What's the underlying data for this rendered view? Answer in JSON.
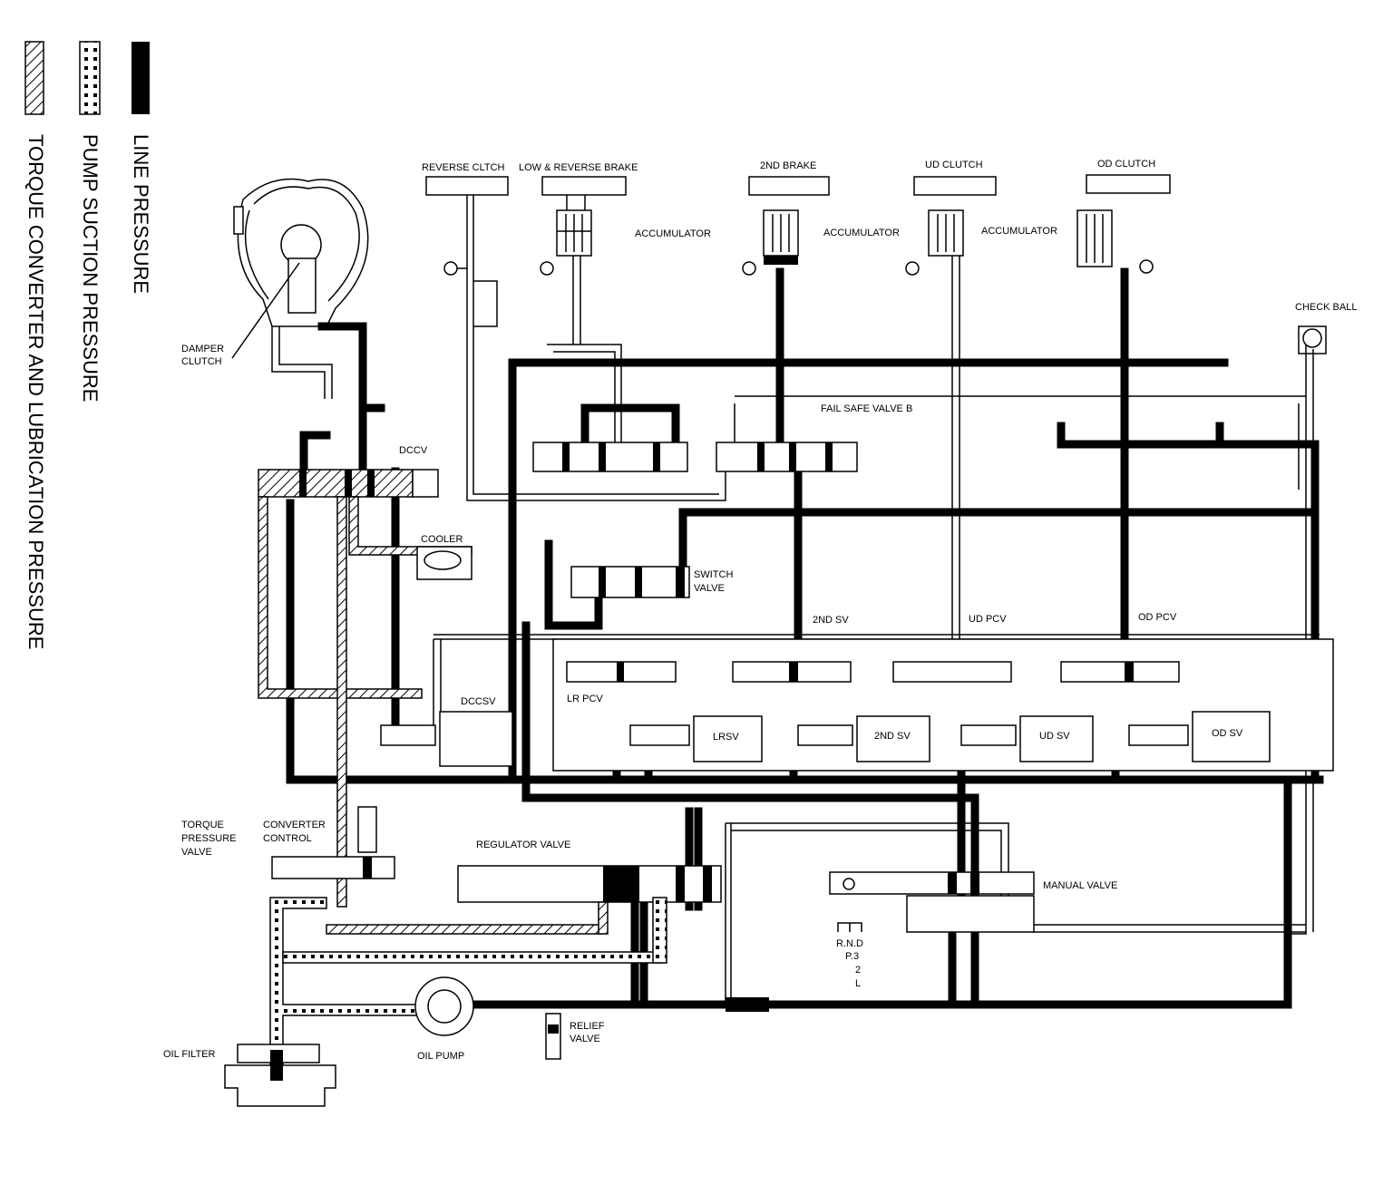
{
  "legend": [
    {
      "key": "line",
      "label": "LINE PRESSURE"
    },
    {
      "key": "suction",
      "label": "PUMP SUCTION PRESSURE"
    },
    {
      "key": "lube",
      "label": "TORQUE CONVERTER AND LUBRICATION PRESSURE"
    }
  ],
  "labels": {
    "reverse_clutch": "REVERSE CLTCH",
    "low_reverse_brake": "LOW & REVERSE BRAKE",
    "second_brake": "2ND BRAKE",
    "ud_clutch": "UD CLUTCH",
    "od_clutch": "OD CLUTCH",
    "accumulator": "ACCUMULATOR",
    "check_ball": "CHECK BALL",
    "damper_clutch": "DAMPER CLUTCH",
    "damper_clutch_line1": "DAMPER",
    "damper_clutch_line2": "CLUTCH",
    "dccv": "DCCV",
    "cooler": "COOLER",
    "fail_safe_valve_b": "FAIL SAFE VALVE B",
    "switch_valve_1": "SWITCH",
    "switch_valve_2": "VALVE",
    "second_sv_top": "2ND SV",
    "ud_pcv": "UD PCV",
    "od_pcv": "OD PCV",
    "dccsv": "DCCSV",
    "lr_pcv": "LR PCV",
    "lrsv": "LRSV",
    "second_sv": "2ND SV",
    "ud_sv": "UD SV",
    "od_sv": "OD SV",
    "torque_pressure_valve_1": "TORQUE",
    "torque_pressure_valve_2": "PRESSURE",
    "torque_pressure_valve_3": "VALVE",
    "converter_control_1": "CONVERTER",
    "converter_control_2": "CONTROL",
    "regulator_valve": "REGULATOR VALVE",
    "manual_valve": "MANUAL VALVE",
    "range_1": "R.N.D",
    "range_2": "P.3",
    "range_3": "2",
    "range_4": "L",
    "relief_valve_1": "RELIEF",
    "relief_valve_2": "VALVE",
    "oil_pump": "OIL PUMP",
    "oil_filter": "OIL FILTER"
  }
}
